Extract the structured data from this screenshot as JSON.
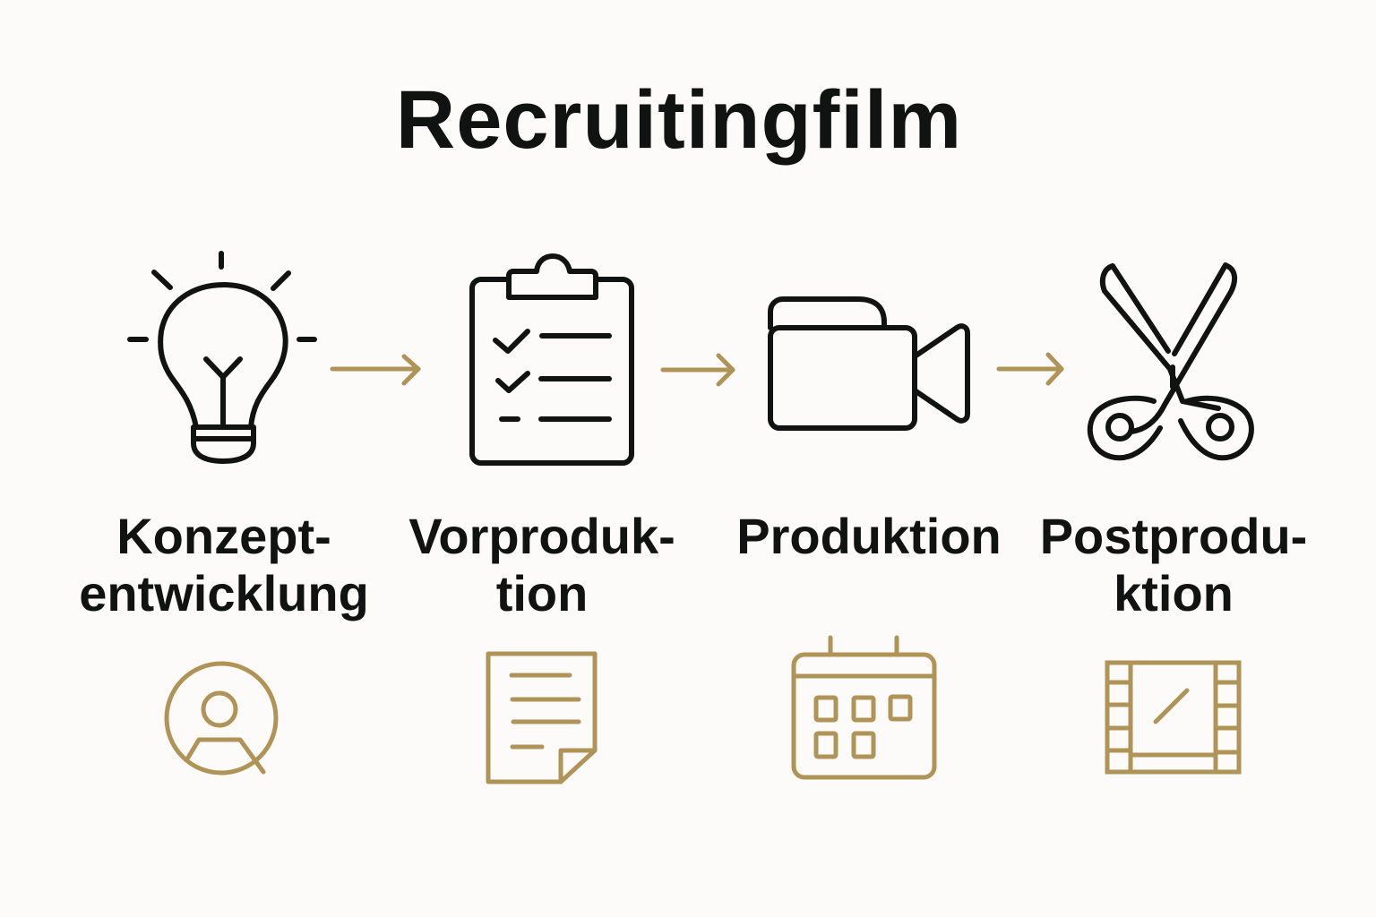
{
  "title": "Recruitingfilm",
  "colors": {
    "primary": "#111312",
    "accent": "#b09457",
    "background": "#fcfbfa"
  },
  "steps": [
    {
      "label_line1": "Konzept-",
      "label_line2": "entwicklung",
      "main_icon": "lightbulb-icon",
      "secondary_icon": "user-circle-icon"
    },
    {
      "label_line1": "Vorproduk-",
      "label_line2": "tion",
      "main_icon": "clipboard-checklist-icon",
      "secondary_icon": "document-icon"
    },
    {
      "label_line1": "Produktion",
      "label_line2": "",
      "main_icon": "video-camera-icon",
      "secondary_icon": "calendar-icon"
    },
    {
      "label_line1": "Postprodu-",
      "label_line2": "ktion",
      "main_icon": "scissors-icon",
      "secondary_icon": "film-strip-icon"
    }
  ],
  "connectors": [
    {
      "icon": "arrow-right-icon"
    },
    {
      "icon": "arrow-right-icon"
    },
    {
      "icon": "arrow-right-icon"
    }
  ]
}
